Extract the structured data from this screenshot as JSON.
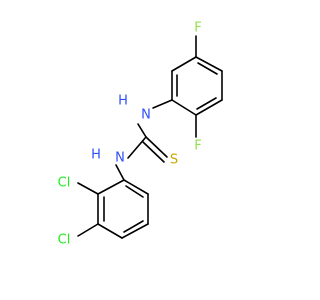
{
  "molecule": {
    "atoms": {
      "f_top": {
        "label": "F",
        "color": "#90e050"
      },
      "nh_top": {
        "label": "N",
        "color": "#3050f8"
      },
      "h_top": {
        "label": "H",
        "color": "#3050f8"
      },
      "f_bottom": {
        "label": "F",
        "color": "#90e050"
      },
      "nh_left": {
        "label": "N",
        "color": "#3050f8"
      },
      "h_left": {
        "label": "H",
        "color": "#3050f8"
      },
      "s": {
        "label": "S",
        "color": "#c8a800"
      },
      "cl_upper": {
        "label": "Cl",
        "color": "#1ff01f"
      },
      "cl_lower": {
        "label": "Cl",
        "color": "#1ff01f"
      }
    }
  }
}
